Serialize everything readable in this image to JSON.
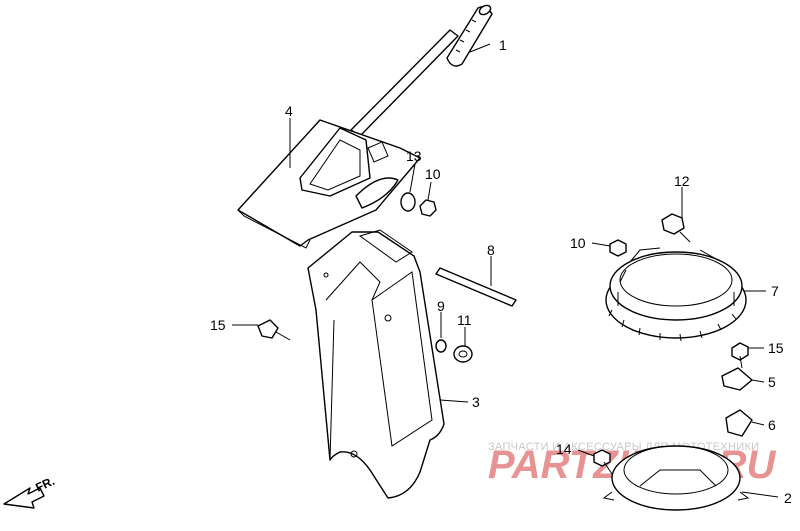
{
  "callouts": [
    {
      "id": "1",
      "label": "1"
    },
    {
      "id": "2",
      "label": "2"
    },
    {
      "id": "3",
      "label": "3"
    },
    {
      "id": "4",
      "label": "4"
    },
    {
      "id": "5",
      "label": "5"
    },
    {
      "id": "6",
      "label": "6"
    },
    {
      "id": "7",
      "label": "7"
    },
    {
      "id": "8",
      "label": "8"
    },
    {
      "id": "9",
      "label": "9"
    },
    {
      "id": "10a",
      "label": "10"
    },
    {
      "id": "10b",
      "label": "10"
    },
    {
      "id": "11",
      "label": "11"
    },
    {
      "id": "12",
      "label": "12"
    },
    {
      "id": "13",
      "label": "13"
    },
    {
      "id": "14",
      "label": "14"
    },
    {
      "id": "15a",
      "label": "15"
    },
    {
      "id": "15b",
      "label": "15"
    }
  ],
  "direction_label": "FR.",
  "watermark": {
    "text": "ЗАПЧАСТИ И АКСЕССУАРЫ ДЛЯ МОТОТЕХНИКИ",
    "logo": "PARTZILLA.RU",
    "logo_color": "#e07070"
  }
}
